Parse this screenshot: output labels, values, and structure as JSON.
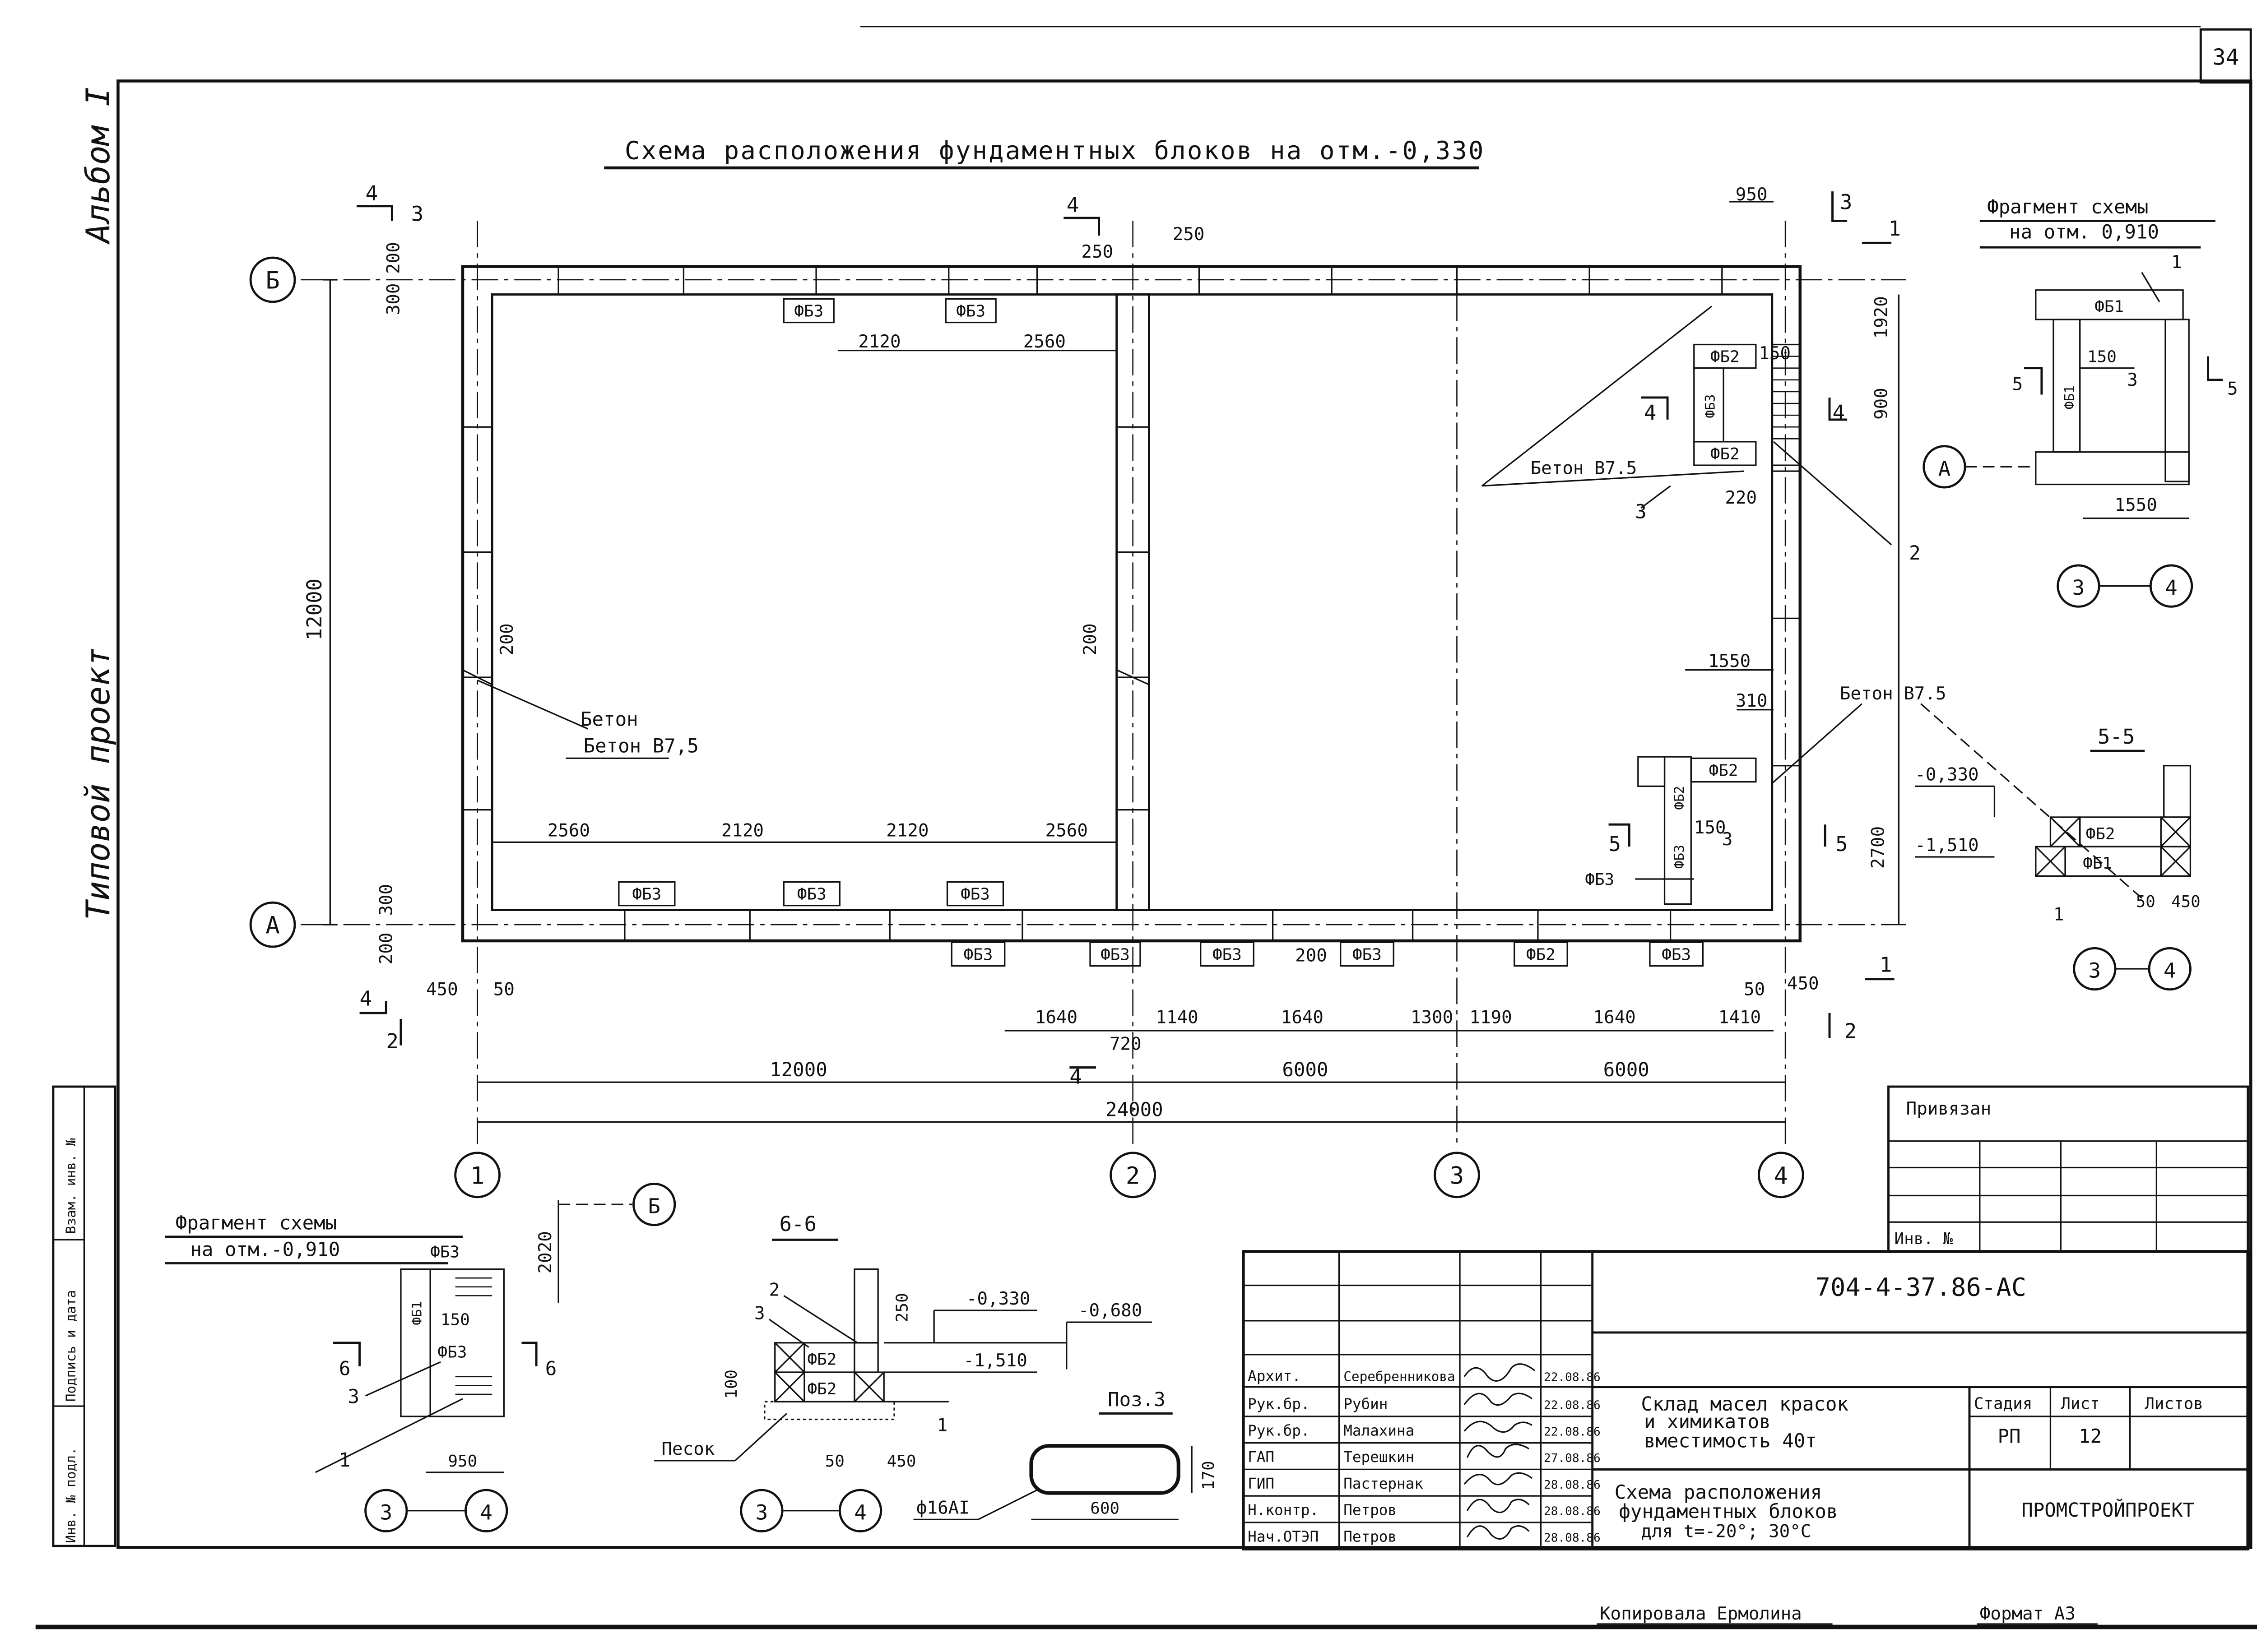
{
  "sheet": {
    "page_number": "34",
    "album": "Альбом I",
    "project_type": "Типовой проект",
    "main_title": "Схема расположения фундаментных блоков на отм.-0,330",
    "footer_signature": "Копировала Ермолина",
    "format": "Формат А3"
  },
  "axes": {
    "rows": [
      "Б",
      "А"
    ],
    "columns": [
      "1",
      "2",
      "3",
      "4"
    ]
  },
  "blocks": {
    "fb1": "ФБ1",
    "fb2": "ФБ2",
    "fb3": "ФБ3"
  },
  "labels": {
    "beton_b75": "Бетон В7,5",
    "beton_b75_top": "Бетон В7.5",
    "beton_b75_mid": "Бетон В7.5",
    "pesok": "Песок",
    "pos3": "Поз.3",
    "rebar": "ф16АI"
  },
  "dimensions": {
    "d950": "950",
    "d250a": "250",
    "d250b": "250",
    "d200a": "200",
    "d300a": "300",
    "d2120a": "2120",
    "d2560a": "2560",
    "d1920": "1920",
    "d150a": "150",
    "d900": "900",
    "d220": "220",
    "d12000v": "12000",
    "d200b": "200",
    "d200c": "200",
    "d1550a": "1550",
    "d310": "310",
    "d150b": "150",
    "d2700": "2700",
    "d2560b": "2560",
    "d2120b": "2120",
    "d2120c": "2120",
    "d2560c": "2560",
    "d300b": "300",
    "d200d": "200",
    "d450a": "450",
    "d50a": "50",
    "d200e": "200",
    "d50b": "50",
    "d450b": "450",
    "d1640a": "1640",
    "d1140": "1140",
    "d1640b": "1640",
    "d1300": "1300",
    "d1190": "1190",
    "d1640c": "1640",
    "d1410": "1410",
    "d720": "720",
    "d12000h": "12000",
    "d6000a": "6000",
    "d6000b": "6000",
    "d24000": "24000"
  },
  "frag_top": {
    "title_line1": "Фрагмент схемы",
    "title_line2": "на отм. 0,910",
    "d150": "150",
    "d1550": "1550"
  },
  "frag_bottom": {
    "title_line1": "Фрагмент схемы",
    "title_line2": "на отм.-0,910",
    "d2020": "2020",
    "d150": "150",
    "d950": "950"
  },
  "section55": {
    "title": "5-5",
    "elev1": "-0,330",
    "elev2": "-1,510",
    "d50": "50",
    "d450": "450"
  },
  "section66": {
    "title": "6-6",
    "elev1": "-0,330",
    "elev2": "-0,680",
    "elev3": "-1,510",
    "d250": "250",
    "d100": "100",
    "d50": "50",
    "d450": "450"
  },
  "pos3_dims": {
    "length": "600",
    "height": "170"
  },
  "sections": {
    "s1": "1",
    "s2": "2",
    "s3": "3",
    "s4": "4",
    "s5": "5",
    "s6": "6"
  },
  "title_block": {
    "privyazan": "Привязан",
    "inv_no": "Инв. №",
    "code": "704-4-37.86-АС",
    "rows": [
      {
        "role": "Архит.",
        "name": "Серебренникова",
        "date": "22.08.86"
      },
      {
        "role": "Рук.бр.",
        "name": "Рубин",
        "date": "22.08.86"
      },
      {
        "role": "Рук.бр.",
        "name": "Малахина",
        "date": "22.08.86"
      },
      {
        "role": "ГАП",
        "name": "Терешкин",
        "date": "27.08.86"
      },
      {
        "role": "ГИП",
        "name": "Пастернак",
        "date": "28.08.86"
      },
      {
        "role": "Н.контр.",
        "name": "Петров",
        "date": "28.08.86"
      },
      {
        "role": "Нач.ОТЭП",
        "name": "Петров",
        "date": "28.08.86"
      }
    ],
    "object_line1": "Склад масел красок",
    "object_line2": "и химикатов",
    "object_line3": "вместимость 40т",
    "sheet_line1": "Схема расположения",
    "sheet_line2": "фундаментных блоков",
    "sheet_line3": "для t=-20°; 30°С",
    "stage_label": "Стадия",
    "sheet_label": "Лист",
    "sheets_label": "Листов",
    "stage": "РП",
    "sheet_no": "12",
    "org": "ПРОМСТРОЙПРОЕКТ"
  },
  "margin_stamp": [
    "Инв. № подл.",
    "Подпись и дата",
    "Взам. инв. №"
  ]
}
